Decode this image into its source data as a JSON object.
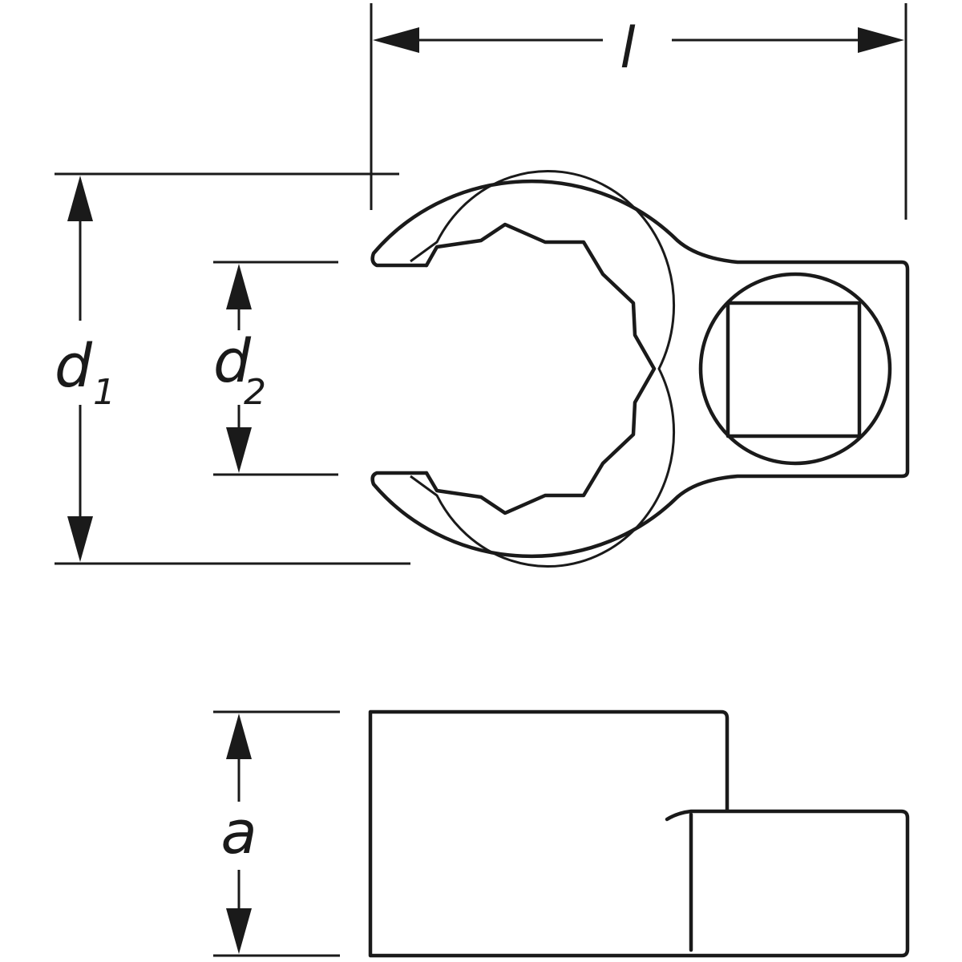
{
  "colors": {
    "ink": "#1a1a1a",
    "background": "#ffffff"
  },
  "labels": {
    "length": "l",
    "outer_diameter": "d",
    "outer_diameter_sub": "1",
    "inner_diameter": "d",
    "inner_diameter_sub": "2",
    "height": "a"
  }
}
